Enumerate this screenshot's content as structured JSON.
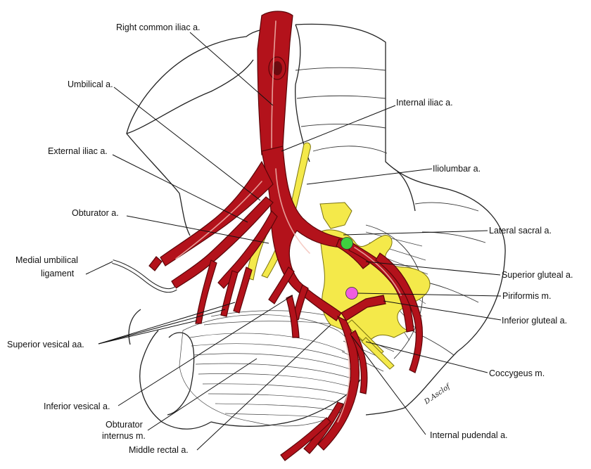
{
  "figure": {
    "labels": {
      "right_common_iliac": "Right common iliac a.",
      "umbilical": "Umbilical a.",
      "internal_iliac": "Internal iliac a.",
      "external_iliac": "External iliac a.",
      "iliolumbar": "Iliolumbar a.",
      "obturator": "Obturator a.",
      "lateral_sacral": "Lateral sacral a.",
      "medial_umbilical_1": "Medial umbilical",
      "medial_umbilical_2": "ligament",
      "superior_gluteal": "Superior gluteal a.",
      "piriformis": "Piriformis m.",
      "inferior_gluteal": "Inferior gluteal a.",
      "superior_vesical": "Superior vesical aa.",
      "coccygeus": "Coccygeus m.",
      "inferior_vesical": "Inferior vesical a.",
      "obturator_internus_1": "Obturator",
      "obturator_internus_2": "internus m.",
      "middle_rectal": "Middle rectal a.",
      "internal_pudendal": "Internal pudendal a."
    },
    "signature": "D.Asclof",
    "markers": [
      {
        "name": "green-marker",
        "color": "#3fd13f"
      },
      {
        "name": "pink-marker",
        "color": "#f05ce0"
      }
    ],
    "colors": {
      "artery": "#b3121b",
      "nerve": "#f4e94a"
    }
  }
}
